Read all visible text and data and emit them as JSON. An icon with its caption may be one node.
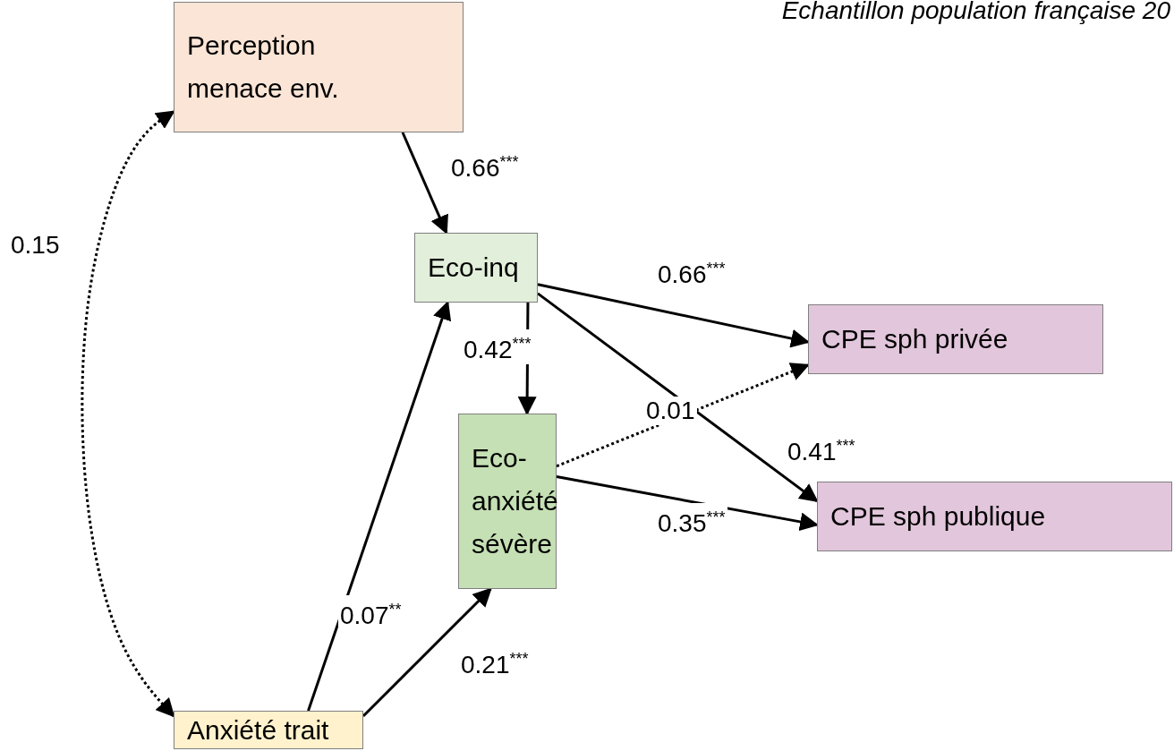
{
  "diagram": {
    "nodes": [
      {
        "text": [
          "Perception menace env."
        ]
      },
      {
        "text": [
          "Eco-inq"
        ]
      },
      {
        "text": [
          "Eco-anxiété sévère"
        ]
      },
      {
        "text": [
          "CPE sph privée"
        ]
      },
      {
        "text": [
          "CPE sph publique"
        ]
      },
      {
        "text": [
          "Anxiété trait"
        ]
      }
    ],
    "edges": [
      {
        "from": 0,
        "to": 1,
        "arrow": "to",
        "label": "0.66$^{***}$"
      },
      {
        "from": 1,
        "to": 2,
        "arrow": "to",
        "label": "0.42$^{***}$"
      },
      {
        "from": 1,
        "to": 3,
        "arrow": "to",
        "label": "0.66$^{***}$"
      },
      {
        "from": 1,
        "to": 4,
        "arrow": "to",
        "label": "0.41$^{***}$"
      },
      {
        "from": 2,
        "to": 3,
        "arrow": "to",
        "label": "0.01",
        "style": "dashed"
      },
      {
        "from": 2,
        "to": 4,
        "arrow": "to",
        "label": "0.35$^{***}$"
      },
      {
        "from": 5,
        "to": 1,
        "arrow": "to",
        "label": "0.07$^{**}$"
      },
      {
        "from": 5,
        "to": 2,
        "arrow": "to",
        "label": "0.21$^{***}$"
      },
      {
        "from": 0,
        "to": 5,
        "arrow": "both",
        "label": "0.15",
        "style": "dashed"
      }
    ],
    "labels": [
      "Echantillon population française 20"
    ]
  }
}
